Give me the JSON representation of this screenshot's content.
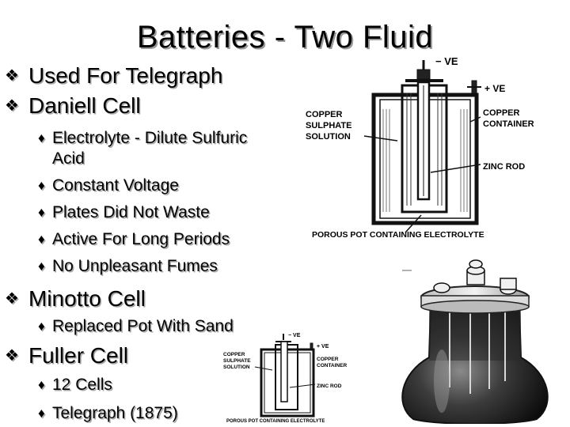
{
  "title": "Batteries - Two Fluid",
  "icons": {
    "level1_bullet": "diamond-dot-icon",
    "level2_bullet": "diamond-icon"
  },
  "bullets": [
    {
      "level": 1,
      "text": "Used For Telegraph"
    },
    {
      "level": 1,
      "text": "Daniell Cell"
    },
    {
      "level": 2,
      "text": "Electrolyte - Dilute Sulfuric",
      "continuation": "Acid"
    },
    {
      "level": 2,
      "text": "Constant Voltage"
    },
    {
      "level": 2,
      "text": "Plates Did Not Waste"
    },
    {
      "level": 2,
      "text": "Active For Long Periods"
    },
    {
      "level": 2,
      "text": "No Unpleasant Fumes"
    },
    {
      "level": 1,
      "text": "Minotto Cell"
    },
    {
      "level": 2,
      "text": "Replaced Pot With Sand"
    },
    {
      "level": 1,
      "text": "Fuller Cell"
    },
    {
      "level": 2,
      "text": "12 Cells"
    },
    {
      "level": 2,
      "text": "Telegraph (1875)"
    }
  ],
  "diagram_large": {
    "neg_terminal": "− VE",
    "pos_terminal": "+ VE",
    "left_label": [
      "COPPER",
      "SULPHATE",
      "SOLUTION"
    ],
    "right_label_1": [
      "COPPER",
      "CONTAINER"
    ],
    "right_label_2": "ZINC ROD",
    "bottom_label": "POROUS POT CONTAINING ELECTROLYTE"
  },
  "diagram_small": {
    "neg_terminal": "− VE",
    "pos_terminal": "+ VE",
    "left_label": [
      "COPPER",
      "SULPHATE",
      "SOLUTION"
    ],
    "right_label_1": [
      "COPPER",
      "CONTAINER"
    ],
    "right_label_2": "ZINC ROD",
    "bottom_label": "POROUS POT CONTAINING ELECTROLYTE"
  },
  "photo": {
    "subject": "fuller-cell-photo"
  }
}
